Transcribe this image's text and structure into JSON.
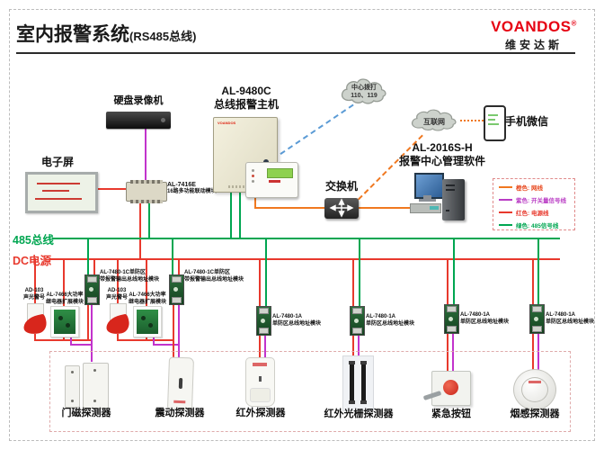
{
  "header": {
    "title": "室内报警系统",
    "subtitle": "(RS485总线)",
    "brand": "VOANDOS",
    "brand_reg": "®",
    "brand_cn": "维安达斯"
  },
  "clouds": {
    "center_line1": "中心拨打",
    "center_line2": "110、119",
    "internet": "互联网"
  },
  "top_devices": {
    "dvr_label": "硬盘录像机",
    "host_label_line1": "AL-9480C",
    "host_label_line2": "总线报警主机",
    "host_panel_logo": "VOANDOS",
    "screen_label": "电子屏",
    "linkage_label_line1": "AL-7416E",
    "linkage_label_line2": "16路多功能联动模块",
    "switch_label": "交换机",
    "software_label_line1": "AL-2016S-H",
    "software_label_line2": "报警中心管理软件",
    "phone_label": "手机微信"
  },
  "bus": {
    "rs485_label": "485总线",
    "dc_label": "DC电源",
    "rs485_color": "#00a651",
    "dc_color": "#e8392d"
  },
  "legend": {
    "items": [
      {
        "label": "橙色: 网线",
        "color": "#f07820",
        "text_color": "#e8491f"
      },
      {
        "label": "紫色: 开关量信号线",
        "color": "#b93cc4",
        "text_color": "#b93cc4"
      },
      {
        "label": "红色: 电源线",
        "color": "#e8392d",
        "text_color": "#e8392d"
      },
      {
        "label": "绿色: 485信号线",
        "color": "#00a651",
        "text_color": "#00a651"
      }
    ]
  },
  "zone_groups": [
    {
      "siren_line1": "AD-103",
      "siren_line2": "声光警号",
      "relay_line1": "AL-7466大功率",
      "relay_line2": "继电器扩展模块",
      "module_line1": "AL-7480-1C单防区",
      "module_line2": "带报警输出总线地址模块"
    },
    {
      "siren_line1": "AD-103",
      "siren_line2": "声光警号",
      "relay_line1": "AL-7466大功率",
      "relay_line2": "继电器扩展模块",
      "module_line1": "AL-7480-1C单防区",
      "module_line2": "带报警输出总线地址模块"
    }
  ],
  "address_modules": [
    {
      "line1": "AL-7480-1A",
      "line2": "单防区总线地址模块"
    },
    {
      "line1": "AL-7480-1A",
      "line2": "单防区总线地址模块"
    },
    {
      "line1": "AL-7480-1A",
      "line2": "单防区总线地址模块"
    },
    {
      "line1": "AL-7480-1A",
      "line2": "单防区总线地址模块"
    }
  ],
  "detectors": [
    {
      "label": "门磁探测器"
    },
    {
      "label": "震动探测器"
    },
    {
      "label": "红外探测器"
    },
    {
      "label": "红外光栅探测器"
    },
    {
      "label": "紧急按钮"
    },
    {
      "label": "烟感探测器"
    }
  ]
}
